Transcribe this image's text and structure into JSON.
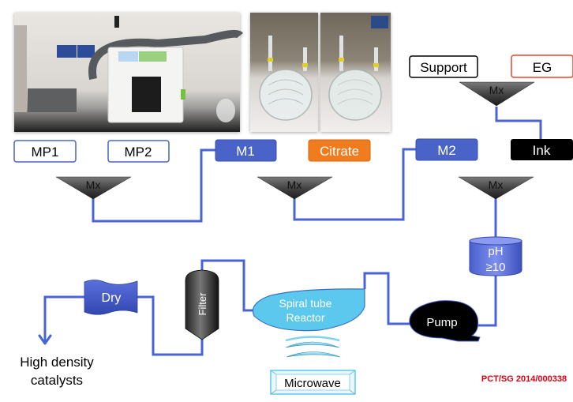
{
  "photos": [
    {
      "name": "microwave-apparatus-photo",
      "description": "Lab microwave synthesis apparatus with peristaltic pump"
    },
    {
      "name": "spiral-reactor-photo-before",
      "description": "Glass spiral tube reactor (empty)"
    },
    {
      "name": "spiral-reactor-photo-after",
      "description": "Glass spiral tube reactor (filled)"
    }
  ],
  "inputs": {
    "mp1": "MP1",
    "mp2": "MP2",
    "m1": "M1",
    "citrate": "Citrate",
    "m2": "M2",
    "support": "Support",
    "eg": "EG",
    "ink": "Ink"
  },
  "mixers": {
    "label": "Mx"
  },
  "process": {
    "ph_line1": "pH",
    "ph_line2": "≥10",
    "pump": "Pump",
    "reactor_line1": "Spiral tube",
    "reactor_line2": "Reactor",
    "microwave": "Microwave",
    "filter": "Filter",
    "dry": "Dry",
    "output_line1": "High density",
    "output_line2": "catalysts"
  },
  "patent": "PCT/SG 2014/000338",
  "colors": {
    "line": "#4a63d4",
    "box_blue": "#4a63c8",
    "box_orange": "#f07c1e",
    "box_black": "#000000",
    "eg_border": "#e8452a",
    "reactor": "#5cc8ee",
    "patent_red": "#e0000f"
  }
}
